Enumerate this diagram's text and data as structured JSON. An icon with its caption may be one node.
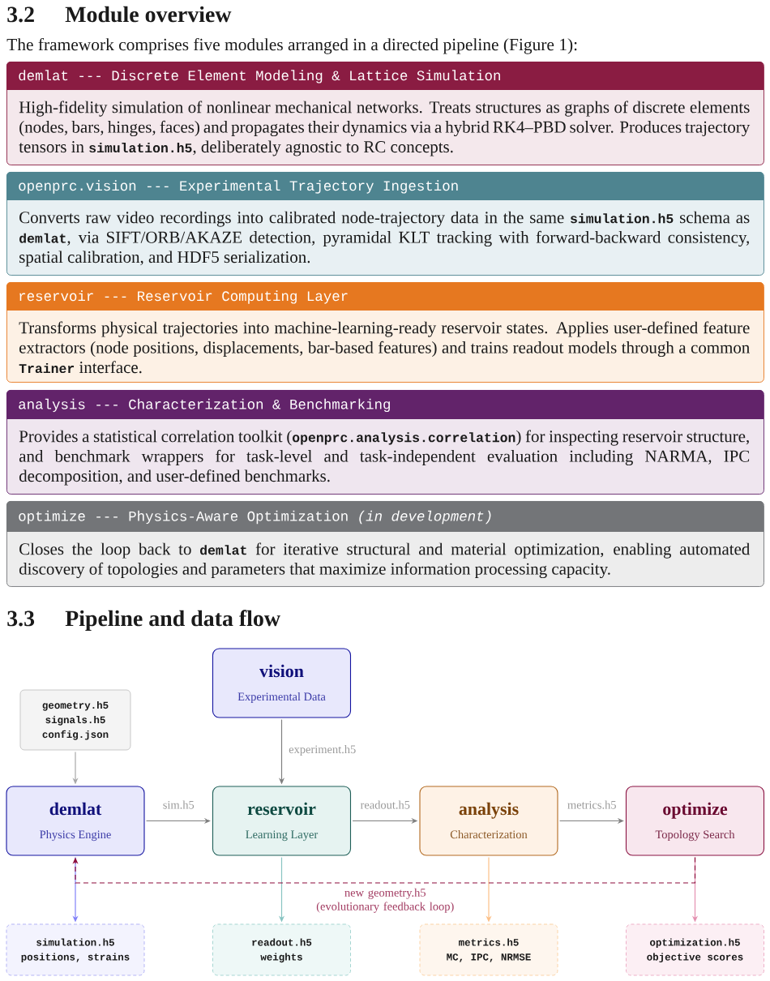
{
  "diagram": {
    "nodes": [
      {
        "text": [
          "demlat --- Discrete Element Modeling & Lattice Simulation",
          "High-fidelity simulation of nonlinear mechanical networks. Treats structures as graphs of discrete elements (nodes, bars, hinges, faces) and propagates their dynamics via a hybrid RK4–PBD solver. Produces trajectory tensors in **simulation.h5**, deliberately agnostic to RC concepts."
        ]
      },
      {
        "text": [
          "openprc.vision --- Experimental Trajectory Ingestion",
          "Converts raw video recordings into calibrated node-trajectory data in the same **simulation.h5** schema as **demlat**, via SIFT/ORB/AKAZE detection, pyramidal KLT tracking with forward-backward consistency, spatial calibration, and HDF5 serialization."
        ]
      },
      {
        "text": [
          "reservoir --- Reservoir Computing Layer",
          "Transforms physical trajectories into machine-learning-ready reservoir states. Applies user-defined feature extractors (node positions, displacements, bar-based features) and trains readout models through a common **Trainer** interface."
        ]
      },
      {
        "text": [
          "analysis --- Characterization & Benchmarking",
          "Provides a statistical correlation toolkit (**openprc.analysis.correlation**) for inspecting reservoir structure, and benchmark wrappers for task-level and task-independent evaluation including NARMA, IPC decomposition, and user-defined benchmarks."
        ]
      },
      {
        "text": [
          "optimize --- Physics-Aware Optimization *(in development)*",
          "Closes the loop back to **demlat** for iterative structural and material optimization, enabling automated discovery of topologies and parameters that maximize information processing capacity."
        ]
      },
      {
        "text": [
          "geometry.h5",
          "signals.h5",
          "config.json"
        ]
      },
      {
        "text": [
          "vision",
          "Experimental Data"
        ]
      },
      {
        "text": [
          "demlat",
          "Physics Engine"
        ]
      },
      {
        "text": [
          "reservoir",
          "Learning Layer"
        ]
      },
      {
        "text": [
          "analysis",
          "Characterization"
        ]
      },
      {
        "text": [
          "optimize",
          "Topology Search"
        ]
      },
      {
        "text": [
          "simulation.h5",
          "positions, strains"
        ]
      },
      {
        "text": [
          "readout.h5",
          "weights"
        ]
      },
      {
        "text": [
          "metrics.h5",
          "MC, IPC, NRMSE"
        ]
      },
      {
        "text": [
          "optimization.h5",
          "objective scores"
        ]
      }
    ],
    "edges": [
      {
        "from": 5,
        "to": 7,
        "arrow": "to",
        "color": "#a8a8a8"
      },
      {
        "from": 6,
        "to": 8,
        "arrow": "to",
        "label": "experiment.h5"
      },
      {
        "from": 7,
        "to": 8,
        "arrow": "to",
        "label": "sim.h5"
      },
      {
        "from": 8,
        "to": 9,
        "arrow": "to",
        "label": "readout.h5"
      },
      {
        "from": 9,
        "to": 10,
        "arrow": "to",
        "label": "metrics.h5"
      },
      {
        "from": 7,
        "to": 11,
        "arrow": "to",
        "color": "#8080f8"
      },
      {
        "from": 8,
        "to": 12,
        "arrow": "to",
        "color": "#88c4c2"
      },
      {
        "from": 9,
        "to": 13,
        "arrow": "to",
        "color": "#fcc088"
      },
      {
        "from": 10,
        "to": 14,
        "arrow": "to",
        "color": "#e490b0"
      },
      {
        "from": 10,
        "to": 7,
        "arrow": "to",
        "style": "dashed",
        "color": "#8b0a3a",
        "label": "new geometry.h5 (evolutionary feedback loop)"
      }
    ],
    "labels": [
      "3.2",
      "Module overview",
      "The framework comprises five modules arranged in a directed pipeline (Figure 1):",
      "3.3",
      "Pipeline and data flow"
    ]
  }
}
